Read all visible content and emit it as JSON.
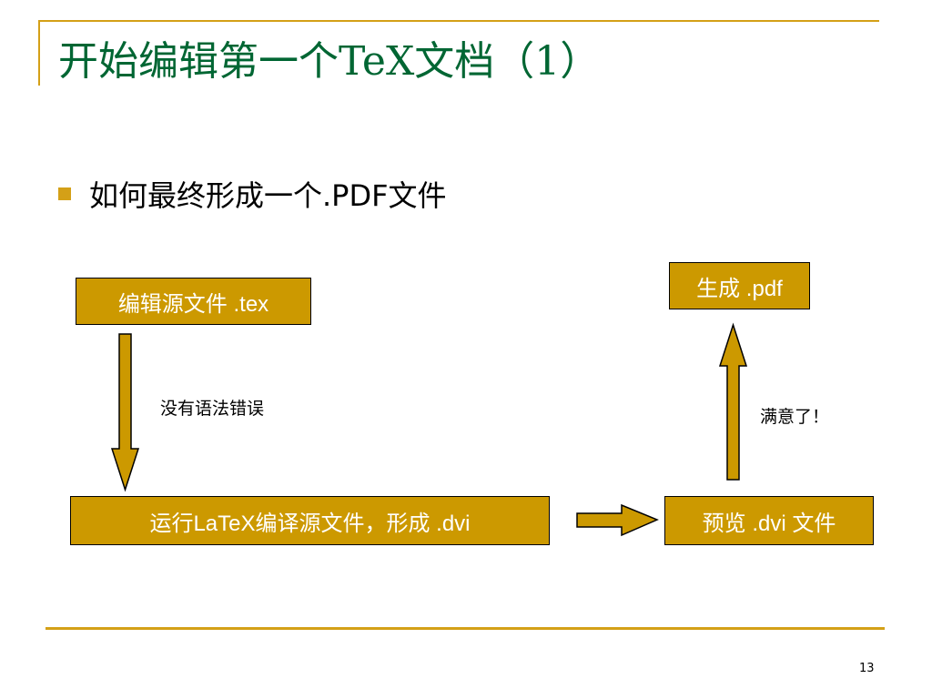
{
  "slide": {
    "title": "开始编辑第一个TeX文档（1）",
    "bullet": "如何最终形成一个.PDF文件",
    "page_number": "13"
  },
  "flow": {
    "node_tex": "编辑源文件 .tex",
    "node_latex": "运行LaTeX编译源文件，形成 .dvi",
    "node_dvi": "预览 .dvi 文件",
    "node_pdf": "生成 .pdf",
    "note_down": "没有语法错误",
    "note_up": "满意了！"
  },
  "colors": {
    "node_fill": "#cc9900",
    "title": "#006633",
    "accent": "#d4a017"
  }
}
